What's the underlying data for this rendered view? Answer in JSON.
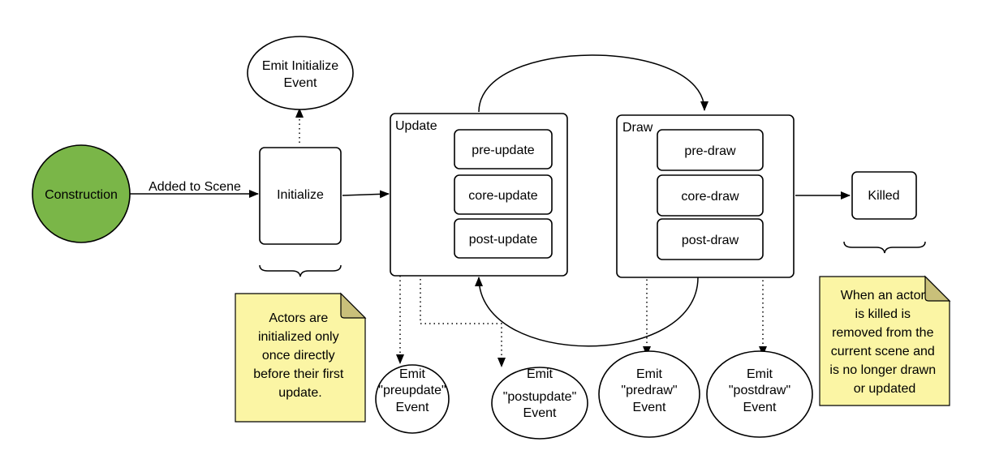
{
  "nodes": {
    "construction": "Construction",
    "initialize": "Initialize",
    "killed": "Killed",
    "update_group": "Update",
    "draw_group": "Draw",
    "pre_update": "pre-update",
    "core_update": "core-update",
    "post_update": "post-update",
    "pre_draw": "pre-draw",
    "core_draw": "core-draw",
    "post_draw": "post-draw"
  },
  "events": {
    "initialize": [
      "Emit Initialize",
      "Event"
    ],
    "preupdate": [
      "Emit",
      "\"preupdate\"",
      "Event"
    ],
    "postupdate": [
      "Emit",
      "\"postupdate\"",
      "Event"
    ],
    "predraw": [
      "Emit",
      "\"predraw\"",
      "Event"
    ],
    "postdraw": [
      "Emit",
      "\"postdraw\"",
      "Event"
    ]
  },
  "edges": {
    "added_to_scene": "Added to Scene"
  },
  "notes": {
    "initialize": [
      "Actors are",
      "initialized only",
      "once directly",
      "before their first",
      "update."
    ],
    "killed": [
      "When an actor",
      "is killed is",
      "removed from the",
      "current scene and",
      "is no longer drawn",
      "or updated"
    ]
  },
  "colors": {
    "construction_fill": "#7ab648",
    "note_fill": "#fbf5a4",
    "note_fold": "#c9c07a"
  }
}
